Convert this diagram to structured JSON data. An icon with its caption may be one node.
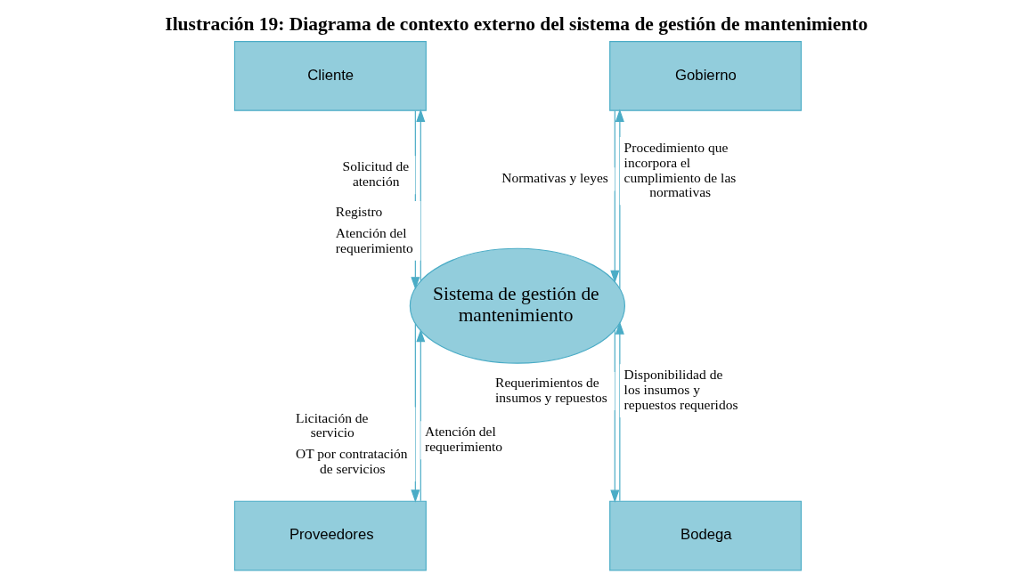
{
  "diagram": {
    "title": "Ilustración 19: Diagrama de contexto externo del sistema de gestión de mantenimiento",
    "nodes": [
      {
        "text": [
          "Cliente"
        ]
      },
      {
        "text": [
          "Gobierno"
        ]
      },
      {
        "text": [
          "Sistema de gestión de mantenimiento"
        ]
      },
      {
        "text": [
          "Proveedores"
        ]
      },
      {
        "text": [
          "Bodega"
        ]
      }
    ],
    "edges": [
      {
        "from": 0,
        "to": 2,
        "arrow": "to",
        "label": "Solicitud de atención"
      },
      {
        "from": 2,
        "to": 0,
        "arrow": "to",
        "label": [
          "Registro",
          "Atención del requerimiento"
        ]
      },
      {
        "from": 1,
        "to": 2,
        "arrow": "to",
        "label": "Normativas y leyes"
      },
      {
        "from": 2,
        "to": 1,
        "arrow": "to",
        "label": "Procedimiento que incorpora el cumplimiento de las normativas"
      },
      {
        "from": 2,
        "to": 3,
        "arrow": "to",
        "label": [
          "Licitación de servicio",
          "OT por contratación de servicios"
        ]
      },
      {
        "from": 3,
        "to": 2,
        "arrow": "to",
        "label": "Atención del requerimiento"
      },
      {
        "from": 2,
        "to": 4,
        "arrow": "to",
        "label": "Requerimientos de insumos y repuestos"
      },
      {
        "from": 4,
        "to": 2,
        "arrow": "to",
        "label": "Disponibilidad de los insumos y repuestos requeridos"
      }
    ]
  }
}
